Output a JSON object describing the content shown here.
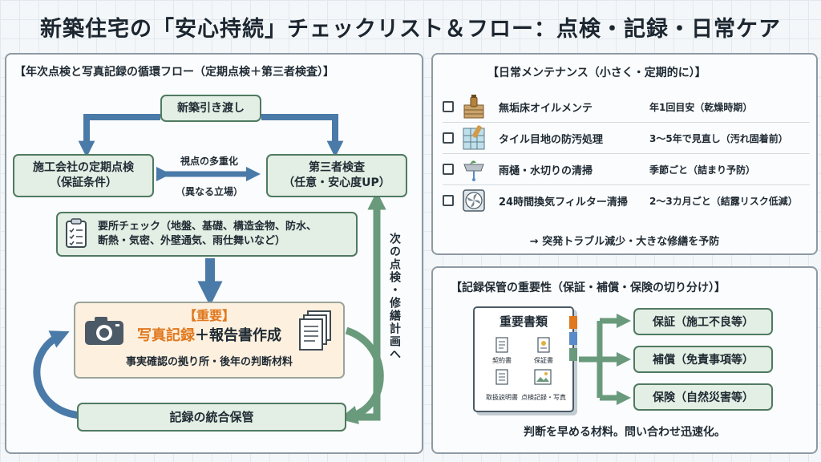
{
  "title": "新築住宅の「安心持続」チェックリスト＆フロー：点検・記録・日常ケア",
  "colors": {
    "flow_arrow": "#4a7aa8",
    "return_arrow": "#6a9a7c",
    "box_fill": "#e3eee4",
    "box_border": "#4f7a61",
    "highlight_fill": "#fdf0de",
    "accent_orange": "#e0781e"
  },
  "flow": {
    "heading": "【年次点検と写真記録の循環フロー（定期点検＋第三者検査）】",
    "handover": "新築引き渡し",
    "builder_line1": "施工会社の定期点検",
    "builder_line2": "（保証条件）",
    "third_party_line1": "第三者検査",
    "third_party_line2": "（任意・安心度UP）",
    "multi_view": "視点の多重化",
    "different_position": "（異なる立場）",
    "checklist_line1": "要所チェック（地盤、基礎、構造金物、防水、",
    "checklist_line2": "断熱・気密、外壁通気、雨仕舞いなど）",
    "important_tag": "【重要】",
    "photo_record": "写真記録",
    "report_create": "＋報告書作成",
    "basis_text": "事実確認の拠り所・後年の判断材料",
    "archive": "記録の統合保管",
    "next_plan": "次の点検・修繕計画へ"
  },
  "maintenance": {
    "heading": "【日常メンテナンス（小さく・定期的に）】",
    "items": [
      {
        "icon": "oil-bottle-icon",
        "task": "無垢床オイルメンテ",
        "timing": "年1回目安（乾燥時期）"
      },
      {
        "icon": "tile-brush-icon",
        "task": "タイル目地の防汚処理",
        "timing": "3〜5年で見直し（汚れ固着前）"
      },
      {
        "icon": "gutter-icon",
        "task": "雨樋・水切りの清掃",
        "timing": "季節ごと（詰まり予防）"
      },
      {
        "icon": "ventilation-fan-icon",
        "task": "24時間換気フィルター清掃",
        "timing": "2〜3カ月ごと（結露リスク低減）"
      }
    ],
    "summary": "→ 突発トラブル減少・大きな修繕を予防"
  },
  "records": {
    "heading": "【記録保管の重要性（保証・補償・保険の切り分け）】",
    "binder_title": "重要書類",
    "docs": [
      "契約書",
      "保証書",
      "取扱説明書",
      "点検記録・写真"
    ],
    "outcomes": [
      "保証（施工不良等）",
      "補償（免責事項等）",
      "保険（自然災害等）"
    ],
    "footer": "判断を早める材料。問い合わせ迅速化。"
  }
}
